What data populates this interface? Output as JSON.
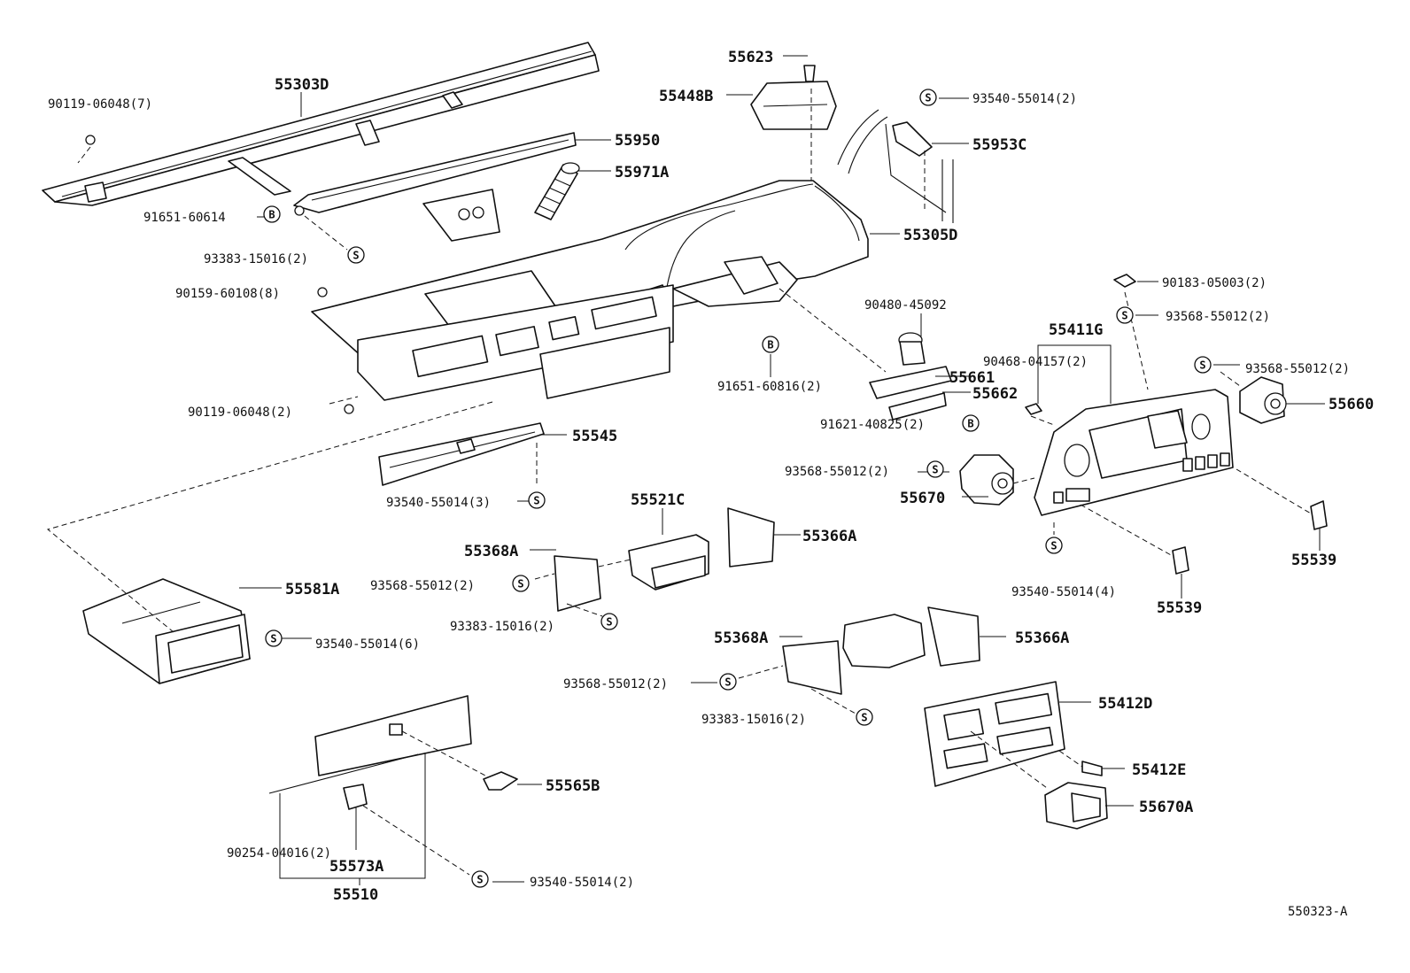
{
  "labels": {
    "l_90119_7": "90119-06048(7)",
    "l_55303D": "55303D",
    "l_55950": "55950",
    "l_55971A": "55971A",
    "l_91651_60614": "91651-60614",
    "l_93383_top": "93383-15016(2)",
    "l_90159": "90159-60108(8)",
    "l_90119_2": "90119-06048(2)",
    "l_55545": "55545",
    "l_93540_3": "93540-55014(3)",
    "l_55623": "55623",
    "l_55448B": "55448B",
    "l_93540_top": "93540-55014(2)",
    "l_55953C": "55953C",
    "l_55305D": "55305D",
    "l_90480": "90480-45092",
    "l_55661": "55661",
    "l_55662": "55662",
    "l_91651_60816": "91651-60816(2)",
    "l_91621": "91621-40825(2)",
    "l_90183": "90183-05003(2)",
    "l_93568_a": "93568-55012(2)",
    "l_55411G": "55411G",
    "l_90468": "90468-04157(2)",
    "l_93568_b": "93568-55012(2)",
    "l_55660": "55660",
    "l_93568_c": "93568-55012(2)",
    "l_55670": "55670",
    "l_93540_4": "93540-55014(4)",
    "l_55539_a": "55539",
    "l_55539_b": "55539",
    "l_55521C": "55521C",
    "l_55366A_a": "55366A",
    "l_55368A_a": "55368A",
    "l_93568_d": "93568-55012(2)",
    "l_93383_mid": "93383-15016(2)",
    "l_55581A": "55581A",
    "l_93540_6": "93540-55014(6)",
    "l_55368A_b": "55368A",
    "l_55366A_b": "55366A",
    "l_93568_e": "93568-55012(2)",
    "l_93383_low": "93383-15016(2)",
    "l_55412D": "55412D",
    "l_55412E": "55412E",
    "l_55670A": "55670A",
    "l_55565B": "55565B",
    "l_90254": "90254-04016(2)",
    "l_55573A": "55573A",
    "l_55510": "55510",
    "l_93540_bot": "93540-55014(2)",
    "code": "550323-A"
  },
  "markers": {
    "s": "S",
    "b": "B"
  }
}
